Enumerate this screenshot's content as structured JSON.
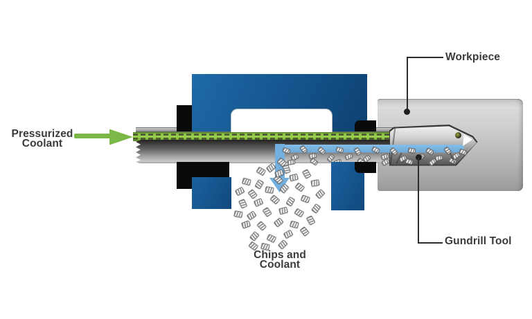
{
  "diagram": {
    "labels": {
      "pressurized_coolant": {
        "line1": "Pressurized",
        "line2": "Coolant"
      },
      "workpiece": "Workpiece",
      "gundrill_tool": "Gundrill Tool",
      "chips_and_coolant": {
        "line1": "Chips and",
        "line2": "Coolant"
      }
    },
    "colors": {
      "coolant-green": "#7cb848",
      "coolant-green-dash": "#44502e",
      "chip-blue": "#74b0df",
      "fixture-blue": "#14538c",
      "fixture-black": "#0a0a0a",
      "label-text": "#3a3a3a",
      "leader-line": "#2d2d2d"
    }
  },
  "chips_cloud": [
    [
      371,
      243,
      30
    ],
    [
      385,
      238,
      -40
    ],
    [
      408,
      240,
      70
    ],
    [
      350,
      258,
      15
    ],
    [
      368,
      262,
      -60
    ],
    [
      396,
      255,
      45
    ],
    [
      418,
      252,
      -15
    ],
    [
      437,
      247,
      60
    ],
    [
      340,
      272,
      -30
    ],
    [
      359,
      276,
      50
    ],
    [
      383,
      270,
      10
    ],
    [
      404,
      268,
      -50
    ],
    [
      427,
      266,
      35
    ],
    [
      449,
      260,
      -10
    ],
    [
      345,
      290,
      65
    ],
    [
      367,
      288,
      -25
    ],
    [
      391,
      284,
      40
    ],
    [
      413,
      287,
      -60
    ],
    [
      435,
      283,
      20
    ],
    [
      456,
      276,
      -45
    ],
    [
      338,
      305,
      10
    ],
    [
      357,
      307,
      -35
    ],
    [
      380,
      302,
      55
    ],
    [
      403,
      300,
      -15
    ],
    [
      426,
      303,
      30
    ],
    [
      450,
      297,
      -55
    ],
    [
      349,
      320,
      -20
    ],
    [
      372,
      322,
      45
    ],
    [
      396,
      317,
      -40
    ],
    [
      419,
      320,
      15
    ],
    [
      443,
      314,
      60
    ],
    [
      361,
      337,
      -50
    ],
    [
      386,
      340,
      25
    ],
    [
      410,
      334,
      -30
    ],
    [
      434,
      330,
      50
    ],
    [
      377,
      352,
      15
    ],
    [
      402,
      349,
      -45
    ],
    [
      360,
      351,
      35
    ],
    [
      401,
      230,
      40
    ],
    [
      397,
      246,
      -25
    ]
  ],
  "chips_channel": [
    [
      408,
      214,
      20
    ],
    [
      420,
      224,
      -30
    ],
    [
      433,
      212,
      50
    ],
    [
      446,
      222,
      -15
    ],
    [
      459,
      214,
      40
    ],
    [
      472,
      225,
      -50
    ],
    [
      485,
      213,
      15
    ],
    [
      498,
      223,
      -25
    ],
    [
      511,
      215,
      55
    ],
    [
      524,
      226,
      -40
    ],
    [
      537,
      213,
      25
    ],
    [
      550,
      223,
      -20
    ],
    [
      563,
      215,
      45
    ],
    [
      576,
      226,
      -30
    ],
    [
      589,
      214,
      10
    ],
    [
      602,
      224,
      -45
    ],
    [
      615,
      215,
      30
    ],
    [
      628,
      225,
      -15
    ],
    [
      641,
      214,
      50
    ],
    [
      653,
      222,
      -35
    ],
    [
      663,
      216,
      20
    ],
    [
      415,
      231,
      -10
    ],
    [
      448,
      230,
      35
    ],
    [
      482,
      231,
      -20
    ],
    [
      516,
      230,
      40
    ],
    [
      551,
      231,
      -30
    ],
    [
      585,
      230,
      15
    ],
    [
      619,
      231,
      -40
    ],
    [
      648,
      229,
      25
    ]
  ]
}
